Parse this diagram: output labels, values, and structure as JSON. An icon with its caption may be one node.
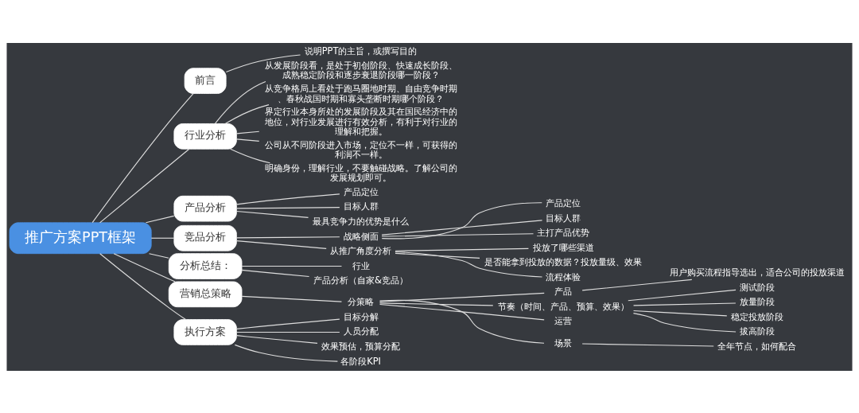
{
  "diagram": {
    "nodes": [
      {
        "text": [
          "推广方案PPT框架"
        ]
      },
      {
        "text": [
          "前言"
        ]
      },
      {
        "text": [
          "说明PPT的主旨，或撰写目的"
        ]
      },
      {
        "text": [
          "行业分析"
        ]
      },
      {
        "text": [
          "从发展阶段看，是处于初创阶段、快速成长阶段、成熟稳定阶段和逐步衰退阶段哪一阶段？"
        ]
      },
      {
        "text": [
          "从竞争格局上看处于跑马圈地时期、自由竞争时期、春秋战国时期和寡头垄断时期哪个阶段？"
        ]
      },
      {
        "text": [
          "界定行业本身所处的发展阶段及其在国民经济中的地位，对行业发展进行有效分析，有利于对行业的理解和把握。"
        ]
      },
      {
        "text": [
          "公司从不同阶段进入市场，定位不一样，可获得的利润不一样。"
        ]
      },
      {
        "text": [
          "明确身份，理解行业，不要触碰战略。了解公司的发展规划即可。"
        ]
      },
      {
        "text": [
          "产品分析"
        ]
      },
      {
        "text": [
          "产品定位"
        ]
      },
      {
        "text": [
          "目标人群"
        ]
      },
      {
        "text": [
          "最具竞争力的优势是什么"
        ]
      },
      {
        "text": [
          "竞品分析"
        ]
      },
      {
        "text": [
          "战略侧面"
        ]
      },
      {
        "text": [
          "产品定位"
        ]
      },
      {
        "text": [
          "目标人群"
        ]
      },
      {
        "text": [
          "主打产品优势"
        ]
      },
      {
        "text": [
          "从推广角度分析"
        ]
      },
      {
        "text": [
          "投放了哪些渠道"
        ]
      },
      {
        "text": [
          "是否能拿到投放的数据？投放量级、效果"
        ]
      },
      {
        "text": [
          "流程体验"
        ]
      },
      {
        "text": [
          "分析总结："
        ]
      },
      {
        "text": [
          "行业"
        ]
      },
      {
        "text": [
          "产品分析（自家&竞品）"
        ]
      },
      {
        "text": [
          "营销总策略"
        ]
      },
      {
        "text": [
          "分策略"
        ]
      },
      {
        "text": [
          "产品"
        ]
      },
      {
        "text": [
          "用户购买流程指导选出，适合公司的投放渠道"
        ]
      },
      {
        "text": [
          "节奏（时间、产品、预算、效果）"
        ]
      },
      {
        "text": [
          "测试阶段"
        ]
      },
      {
        "text": [
          "放量阶段"
        ]
      },
      {
        "text": [
          "稳定投放阶段"
        ]
      },
      {
        "text": [
          "拔高阶段"
        ]
      },
      {
        "text": [
          "运营"
        ]
      },
      {
        "text": [
          "场景"
        ]
      },
      {
        "text": [
          "全年节点，如何配合"
        ]
      },
      {
        "text": [
          "执行方案"
        ]
      },
      {
        "text": [
          "目标分解"
        ]
      },
      {
        "text": [
          "人员分配"
        ]
      },
      {
        "text": [
          "效果预估，预算分配"
        ]
      },
      {
        "text": [
          "各阶段KPI"
        ]
      }
    ],
    "edges": [
      {
        "from": 0,
        "to": 1,
        "arrow": "none"
      },
      {
        "from": 1,
        "to": 2,
        "arrow": "none"
      },
      {
        "from": 0,
        "to": 3,
        "arrow": "none"
      },
      {
        "from": 3,
        "to": 4,
        "arrow": "none"
      },
      {
        "from": 3,
        "to": 5,
        "arrow": "none"
      },
      {
        "from": 3,
        "to": 6,
        "arrow": "none"
      },
      {
        "from": 3,
        "to": 7,
        "arrow": "none"
      },
      {
        "from": 3,
        "to": 8,
        "arrow": "none"
      },
      {
        "from": 0,
        "to": 9,
        "arrow": "none"
      },
      {
        "from": 9,
        "to": 10,
        "arrow": "none"
      },
      {
        "from": 9,
        "to": 11,
        "arrow": "none"
      },
      {
        "from": 9,
        "to": 12,
        "arrow": "none"
      },
      {
        "from": 0,
        "to": 13,
        "arrow": "none"
      },
      {
        "from": 13,
        "to": 14,
        "arrow": "none"
      },
      {
        "from": 14,
        "to": 15,
        "arrow": "none"
      },
      {
        "from": 14,
        "to": 16,
        "arrow": "none"
      },
      {
        "from": 14,
        "to": 17,
        "arrow": "none"
      },
      {
        "from": 13,
        "to": 18,
        "arrow": "none"
      },
      {
        "from": 18,
        "to": 19,
        "arrow": "none"
      },
      {
        "from": 18,
        "to": 20,
        "arrow": "none"
      },
      {
        "from": 18,
        "to": 21,
        "arrow": "none"
      },
      {
        "from": 0,
        "to": 22,
        "arrow": "none"
      },
      {
        "from": 22,
        "to": 23,
        "arrow": "none"
      },
      {
        "from": 22,
        "to": 24,
        "arrow": "none"
      },
      {
        "from": 0,
        "to": 25,
        "arrow": "none"
      },
      {
        "from": 25,
        "to": 26,
        "arrow": "none"
      },
      {
        "from": 26,
        "to": 27,
        "arrow": "none"
      },
      {
        "from": 27,
        "to": 28,
        "arrow": "none"
      },
      {
        "from": 26,
        "to": 29,
        "arrow": "none"
      },
      {
        "from": 29,
        "to": 30,
        "arrow": "none"
      },
      {
        "from": 29,
        "to": 31,
        "arrow": "none"
      },
      {
        "from": 29,
        "to": 32,
        "arrow": "none"
      },
      {
        "from": 29,
        "to": 33,
        "arrow": "none"
      },
      {
        "from": 26,
        "to": 34,
        "arrow": "none"
      },
      {
        "from": 26,
        "to": 35,
        "arrow": "none"
      },
      {
        "from": 35,
        "to": 36,
        "arrow": "none"
      },
      {
        "from": 0,
        "to": 37,
        "arrow": "none"
      },
      {
        "from": 37,
        "to": 38,
        "arrow": "none"
      },
      {
        "from": 37,
        "to": 39,
        "arrow": "none"
      },
      {
        "from": 37,
        "to": 40,
        "arrow": "none"
      },
      {
        "from": 37,
        "to": 41,
        "arrow": "none"
      }
    ]
  }
}
